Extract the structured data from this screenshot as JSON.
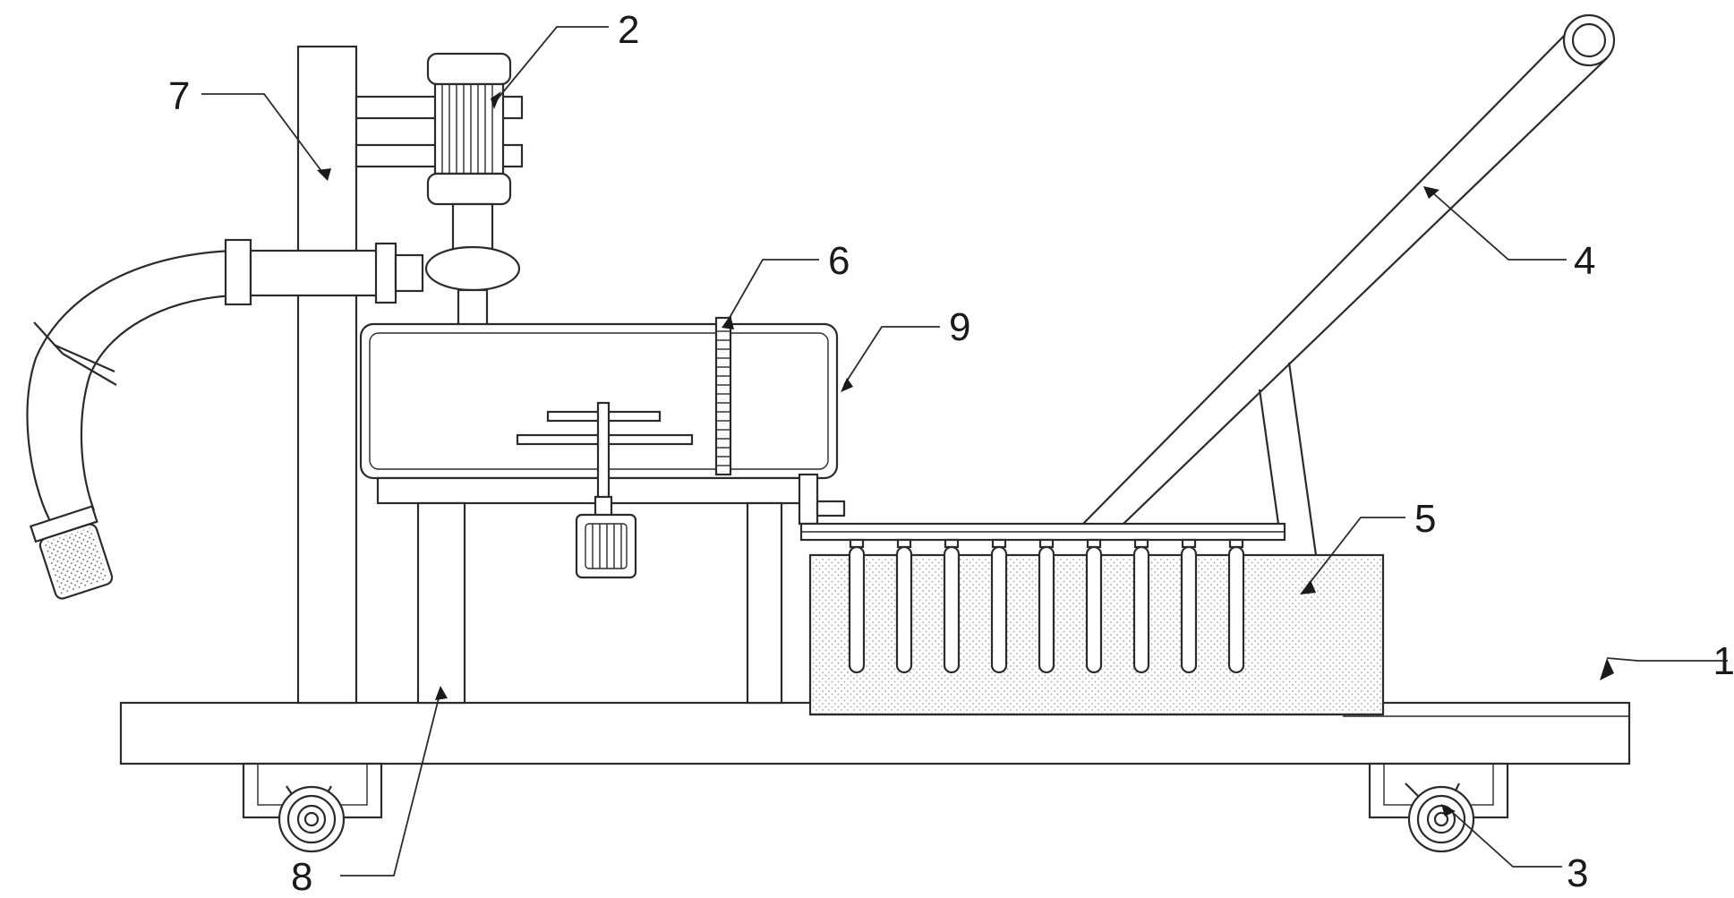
{
  "figure": {
    "labels": [
      {
        "id": "base-plate",
        "text": "1"
      },
      {
        "id": "pump-motor",
        "text": "2"
      },
      {
        "id": "caster-wheel",
        "text": "3"
      },
      {
        "id": "push-handle",
        "text": "4"
      },
      {
        "id": "brush-box",
        "text": "5"
      },
      {
        "id": "level-gauge",
        "text": "6"
      },
      {
        "id": "upright-column",
        "text": "7"
      },
      {
        "id": "support-leg",
        "text": "8"
      },
      {
        "id": "water-tank",
        "text": "9"
      }
    ]
  }
}
